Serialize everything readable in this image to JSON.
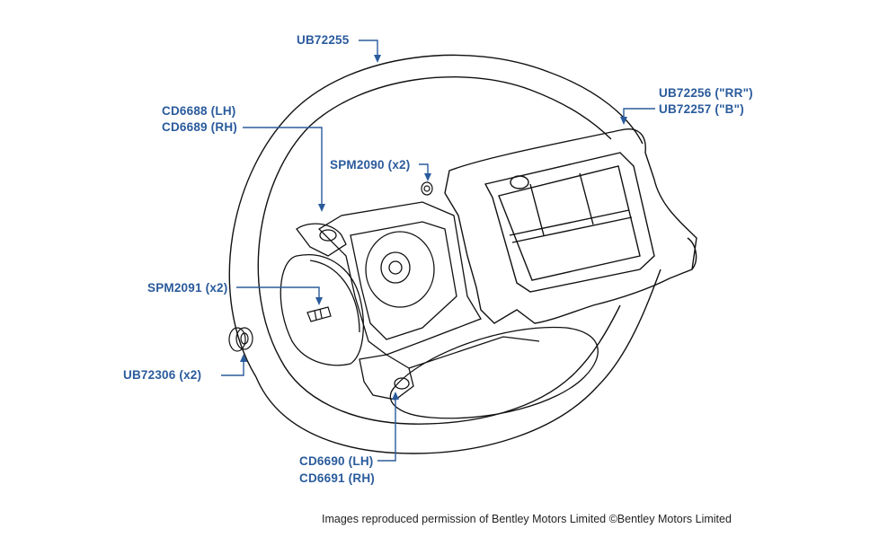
{
  "callouts": {
    "wheel_rim": "UB72255",
    "spoke_top_line1": "CD6688 (LH)",
    "spoke_top_line2": "CD6689 (RH)",
    "screw_top": "SPM2090 (x2)",
    "pad_line1": "UB72256 (\"RR\")",
    "pad_line2": "UB72257 (\"B\")",
    "screw_left": "SPM2091 (x2)",
    "clip": "UB72306 (x2)",
    "spoke_bottom_line1": "CD6690 (LH)",
    "spoke_bottom_line2": "CD6691 (RH)"
  },
  "credit": "Images reproduced permission of Bentley Motors Limited ©Bentley Motors Limited",
  "colors": {
    "callout": "#2a5b9c",
    "drawing": "#111111"
  }
}
